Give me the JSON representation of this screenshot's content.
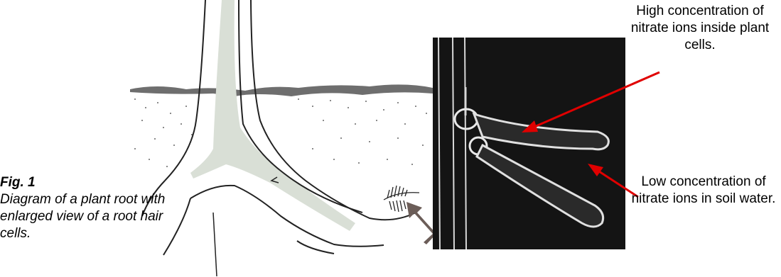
{
  "caption": {
    "figure_label": "Fig. 1",
    "text": "Diagram of a plant root with enlarged view of a root hair cells."
  },
  "labels": {
    "high": "High concentration of nitrate ions inside plant cells.",
    "low": "Low concentration of nitrate ions in soil water."
  },
  "colors": {
    "arrow": "#e00000",
    "stele": "#d9dfd6",
    "photo_background": "#141414"
  }
}
